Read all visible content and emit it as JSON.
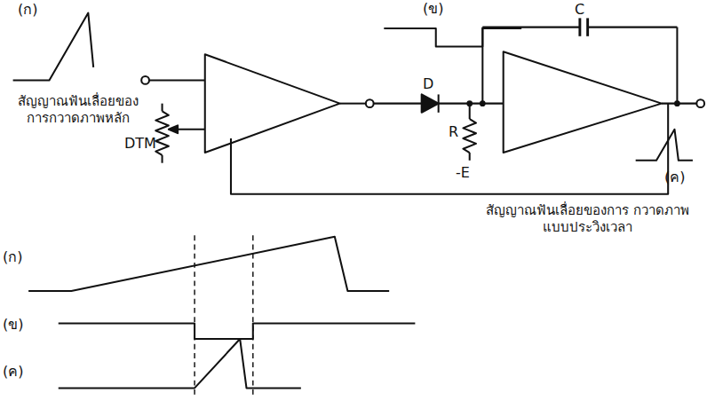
{
  "diagram": {
    "labels": [
      "(ก)",
      "สัญญาณฟันเลื่อยของ การกวาดภาพหลัก",
      "DTM",
      "(ข)",
      "D",
      "C",
      "R",
      "-E",
      "(ค)",
      "สัญญาณฟันเลื่อยของการ กวาดภาพแบบประวิงเวลา",
      "(ก)",
      "(ข)",
      "(ค)"
    ]
  }
}
